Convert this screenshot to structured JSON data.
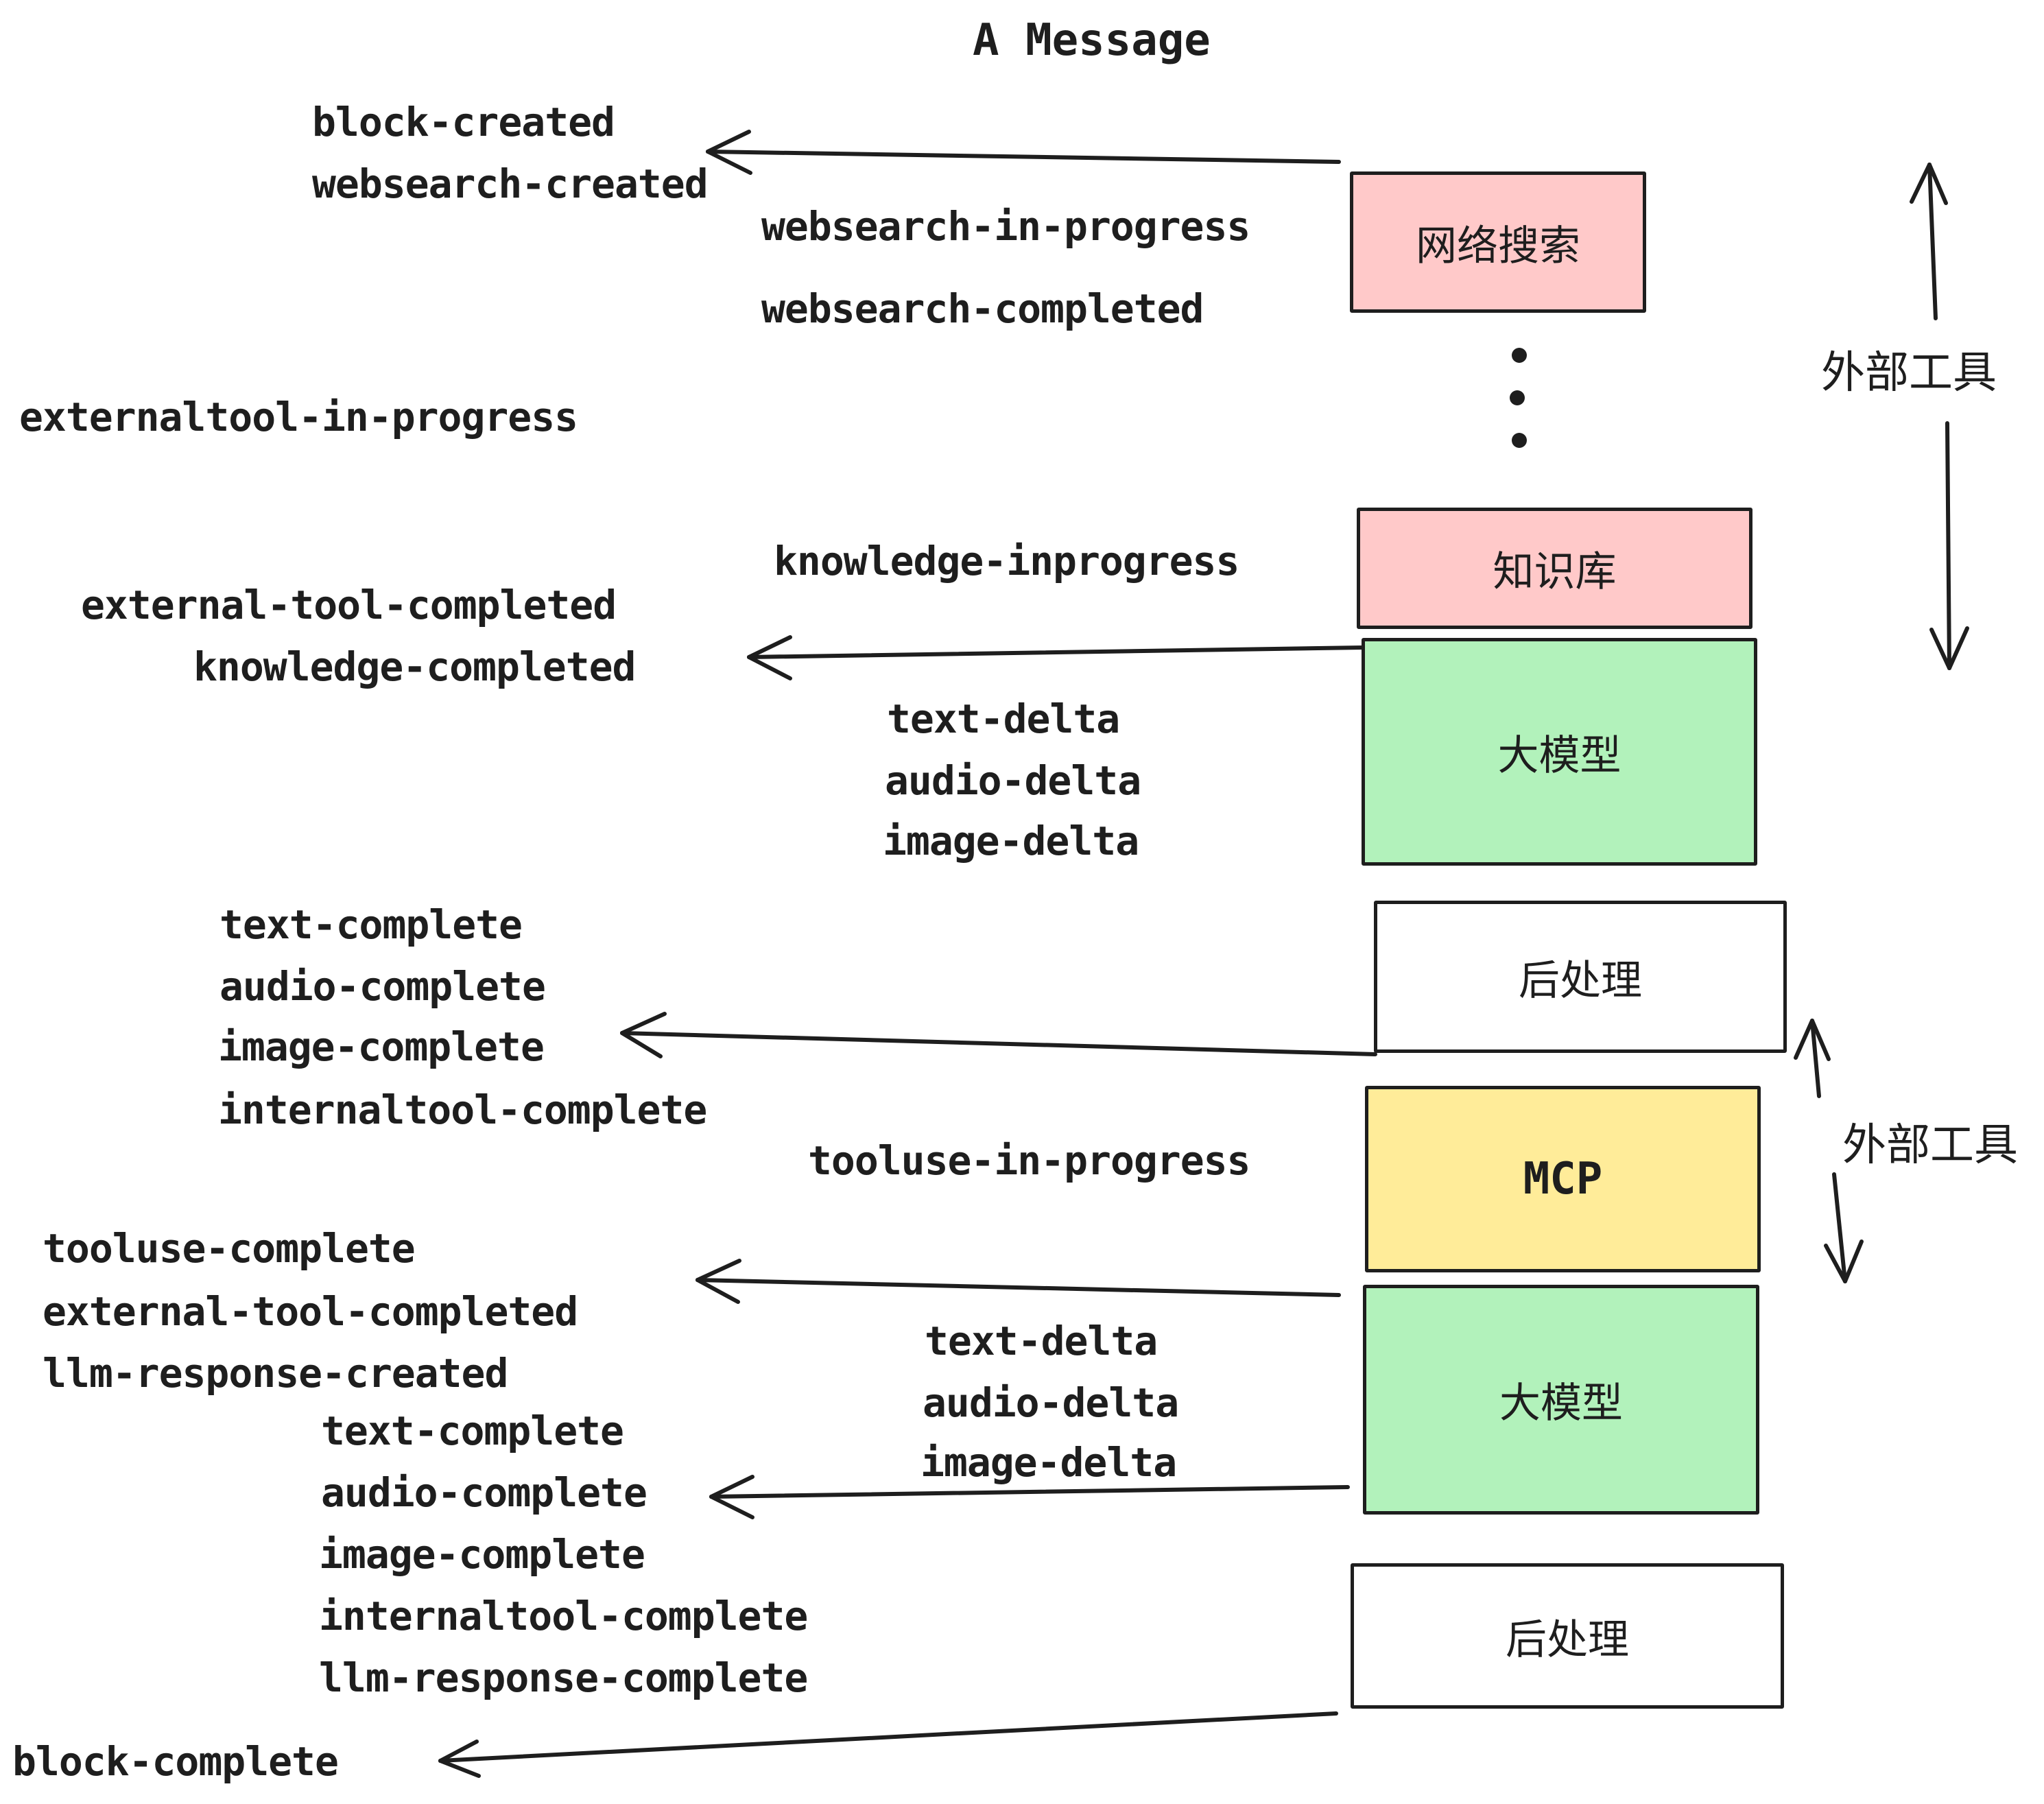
{
  "title": "A Message",
  "colors": {
    "ink": "#1e1e1e",
    "box_pink": "#ffc9c9",
    "box_green": "#b2f2bb",
    "box_yellow": "#ffec99",
    "box_white": "#ffffff"
  },
  "boxes": {
    "websearch": {
      "label": "网络搜索"
    },
    "knowledge": {
      "label": "知识库"
    },
    "llm1": {
      "label": "大模型"
    },
    "post1": {
      "label": "后处理"
    },
    "mcp": {
      "label": "MCP"
    },
    "llm2": {
      "label": "大模型"
    },
    "post2": {
      "label": "后处理"
    }
  },
  "side_labels": {
    "external_tools_top": "外部工具",
    "external_tools_bottom": "外部工具"
  },
  "events": [
    {
      "text": "block-created"
    },
    {
      "text": "websearch-created"
    },
    {
      "text": "websearch-in-progress"
    },
    {
      "text": "websearch-completed"
    },
    {
      "text": "externaltool-in-progress"
    },
    {
      "text": "knowledge-inprogress"
    },
    {
      "text": "external-tool-completed"
    },
    {
      "text": "knowledge-completed"
    },
    {
      "text": "text-delta"
    },
    {
      "text": "audio-delta"
    },
    {
      "text": "image-delta"
    },
    {
      "text": "text-complete"
    },
    {
      "text": "audio-complete"
    },
    {
      "text": "image-complete"
    },
    {
      "text": "internaltool-complete"
    },
    {
      "text": "tooluse-in-progress"
    },
    {
      "text": "tooluse-complete"
    },
    {
      "text": "external-tool-completed"
    },
    {
      "text": "llm-response-created"
    },
    {
      "text": "text-delta"
    },
    {
      "text": "audio-delta"
    },
    {
      "text": "image-delta"
    },
    {
      "text": "text-complete"
    },
    {
      "text": "audio-complete"
    },
    {
      "text": "image-complete"
    },
    {
      "text": "internaltool-complete"
    },
    {
      "text": "llm-response-complete"
    },
    {
      "text": "block-complete"
    }
  ]
}
